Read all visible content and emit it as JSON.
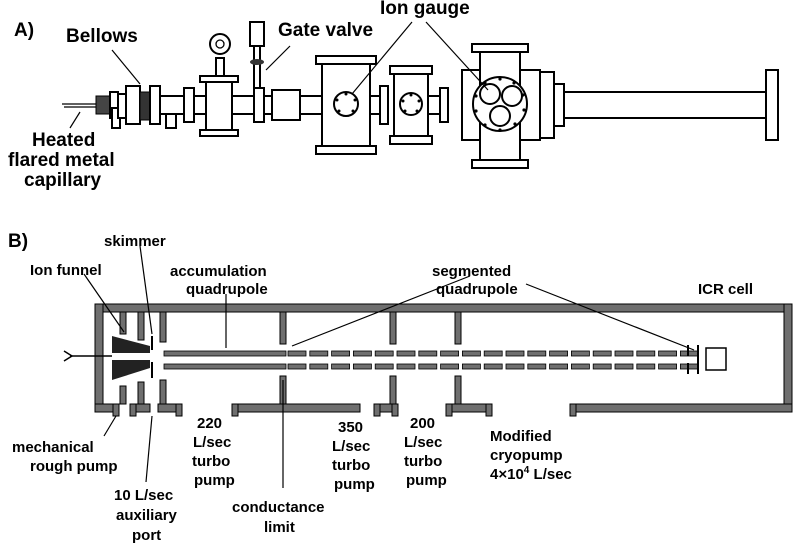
{
  "panel_a": {
    "tag": "A)",
    "labels": {
      "bellows": "Bellows",
      "gate_valve": "Gate valve",
      "ion_gauge": "Ion gauge",
      "capillary": [
        "Heated",
        "flared metal",
        "capillary"
      ]
    }
  },
  "panel_b": {
    "tag": "B)",
    "labels": {
      "skimmer": "skimmer",
      "ion_funnel": "Ion funnel",
      "accumulation_quadrupole": [
        "accumulation",
        "quadrupole"
      ],
      "segmented_quadrupole": [
        "segmented",
        "quadrupole"
      ],
      "icr_cell": "ICR cell",
      "rough_pump": [
        "mechanical",
        "rough pump"
      ],
      "auxiliary_port": [
        "10 L/sec",
        "auxiliary",
        "port"
      ],
      "turbo_220": [
        "220",
        "L/sec",
        "turbo",
        "pump"
      ],
      "conductance_limit": [
        "conductance",
        "limit"
      ],
      "turbo_350": [
        "350",
        "L/sec",
        "turbo",
        "pump"
      ],
      "turbo_200": [
        "200",
        "L/sec",
        "turbo",
        "pump"
      ],
      "cryopump": [
        "Modified",
        "cryopump"
      ],
      "cryopump_speed": "4×10",
      "cryopump_exponent": "4",
      "cryopump_unit": " L/sec"
    }
  }
}
